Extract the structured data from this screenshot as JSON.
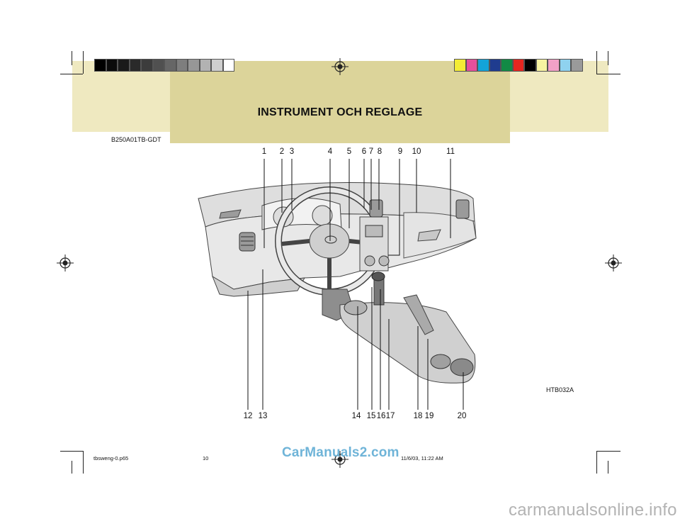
{
  "header": {
    "title": "INSTRUMENT OCH REGLAGE",
    "doc_code": "B250A01TB-GDT"
  },
  "figure": {
    "code": "HTB032A",
    "top_callouts": [
      "1",
      "2",
      "3",
      "4",
      "5",
      "6",
      "7",
      "8",
      "9",
      "10",
      "11"
    ],
    "bottom_callouts": [
      "12",
      "13",
      "14",
      "15",
      "16",
      "17",
      "18",
      "19",
      "20"
    ]
  },
  "print_marks": {
    "file_name": "tbsweng-0.p65",
    "page_number": "10",
    "timestamp": "11/6/03, 11:22 AM",
    "grayscale_colors": [
      "#000000",
      "#0b0b0b",
      "#1a1a1a",
      "#2a2a2a",
      "#3c3c3c",
      "#505050",
      "#666666",
      "#7e7e7e",
      "#979797",
      "#b2b2b2",
      "#cfcfcf",
      "#ffffff"
    ],
    "color_bar_colors": [
      "#f4ec35",
      "#e54f9b",
      "#13a3d8",
      "#1f3c8f",
      "#128a45",
      "#e52620",
      "#000000",
      "#f7f3a1",
      "#f2a1c7",
      "#8fd2ef",
      "#9a9a9a"
    ]
  },
  "watermarks": {
    "car_manuals": "CarManuals2.com",
    "site": "carmanualsonline.info"
  }
}
